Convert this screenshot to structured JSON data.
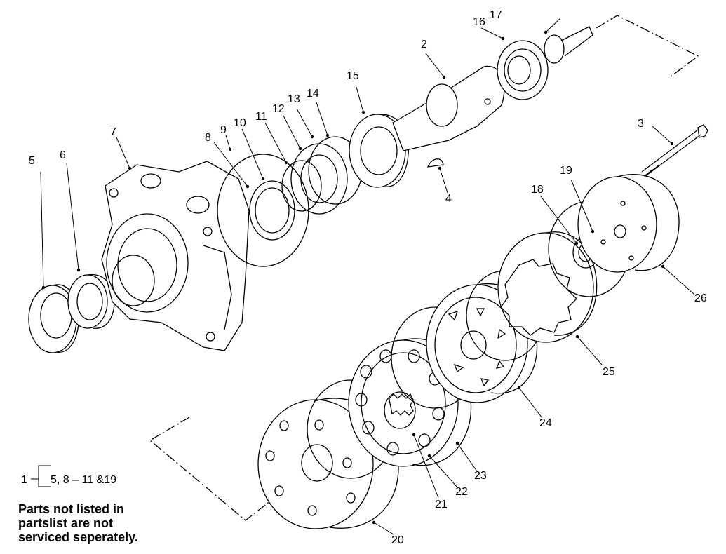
{
  "labels": {
    "l1": "1",
    "l2": "2",
    "l3": "3",
    "l4": "4",
    "l5": "5",
    "l6": "6",
    "l7": "7",
    "l8": "8",
    "l9": "9",
    "l10": "10",
    "l11": "11",
    "l12": "12",
    "l13": "13",
    "l14": "14",
    "l15": "15",
    "l16": "16",
    "l17": "17",
    "l18": "18",
    "l19": "19",
    "l20": "20",
    "l21": "21",
    "l22": "22",
    "l23": "23",
    "l24": "24",
    "l25": "25",
    "l26": "26"
  },
  "kit": {
    "number": "1",
    "contents": "5, 8 – 11 &19"
  },
  "note": {
    "line1": "Parts not listed in",
    "line2": "partslist are not",
    "line3": "serviced seperately."
  }
}
